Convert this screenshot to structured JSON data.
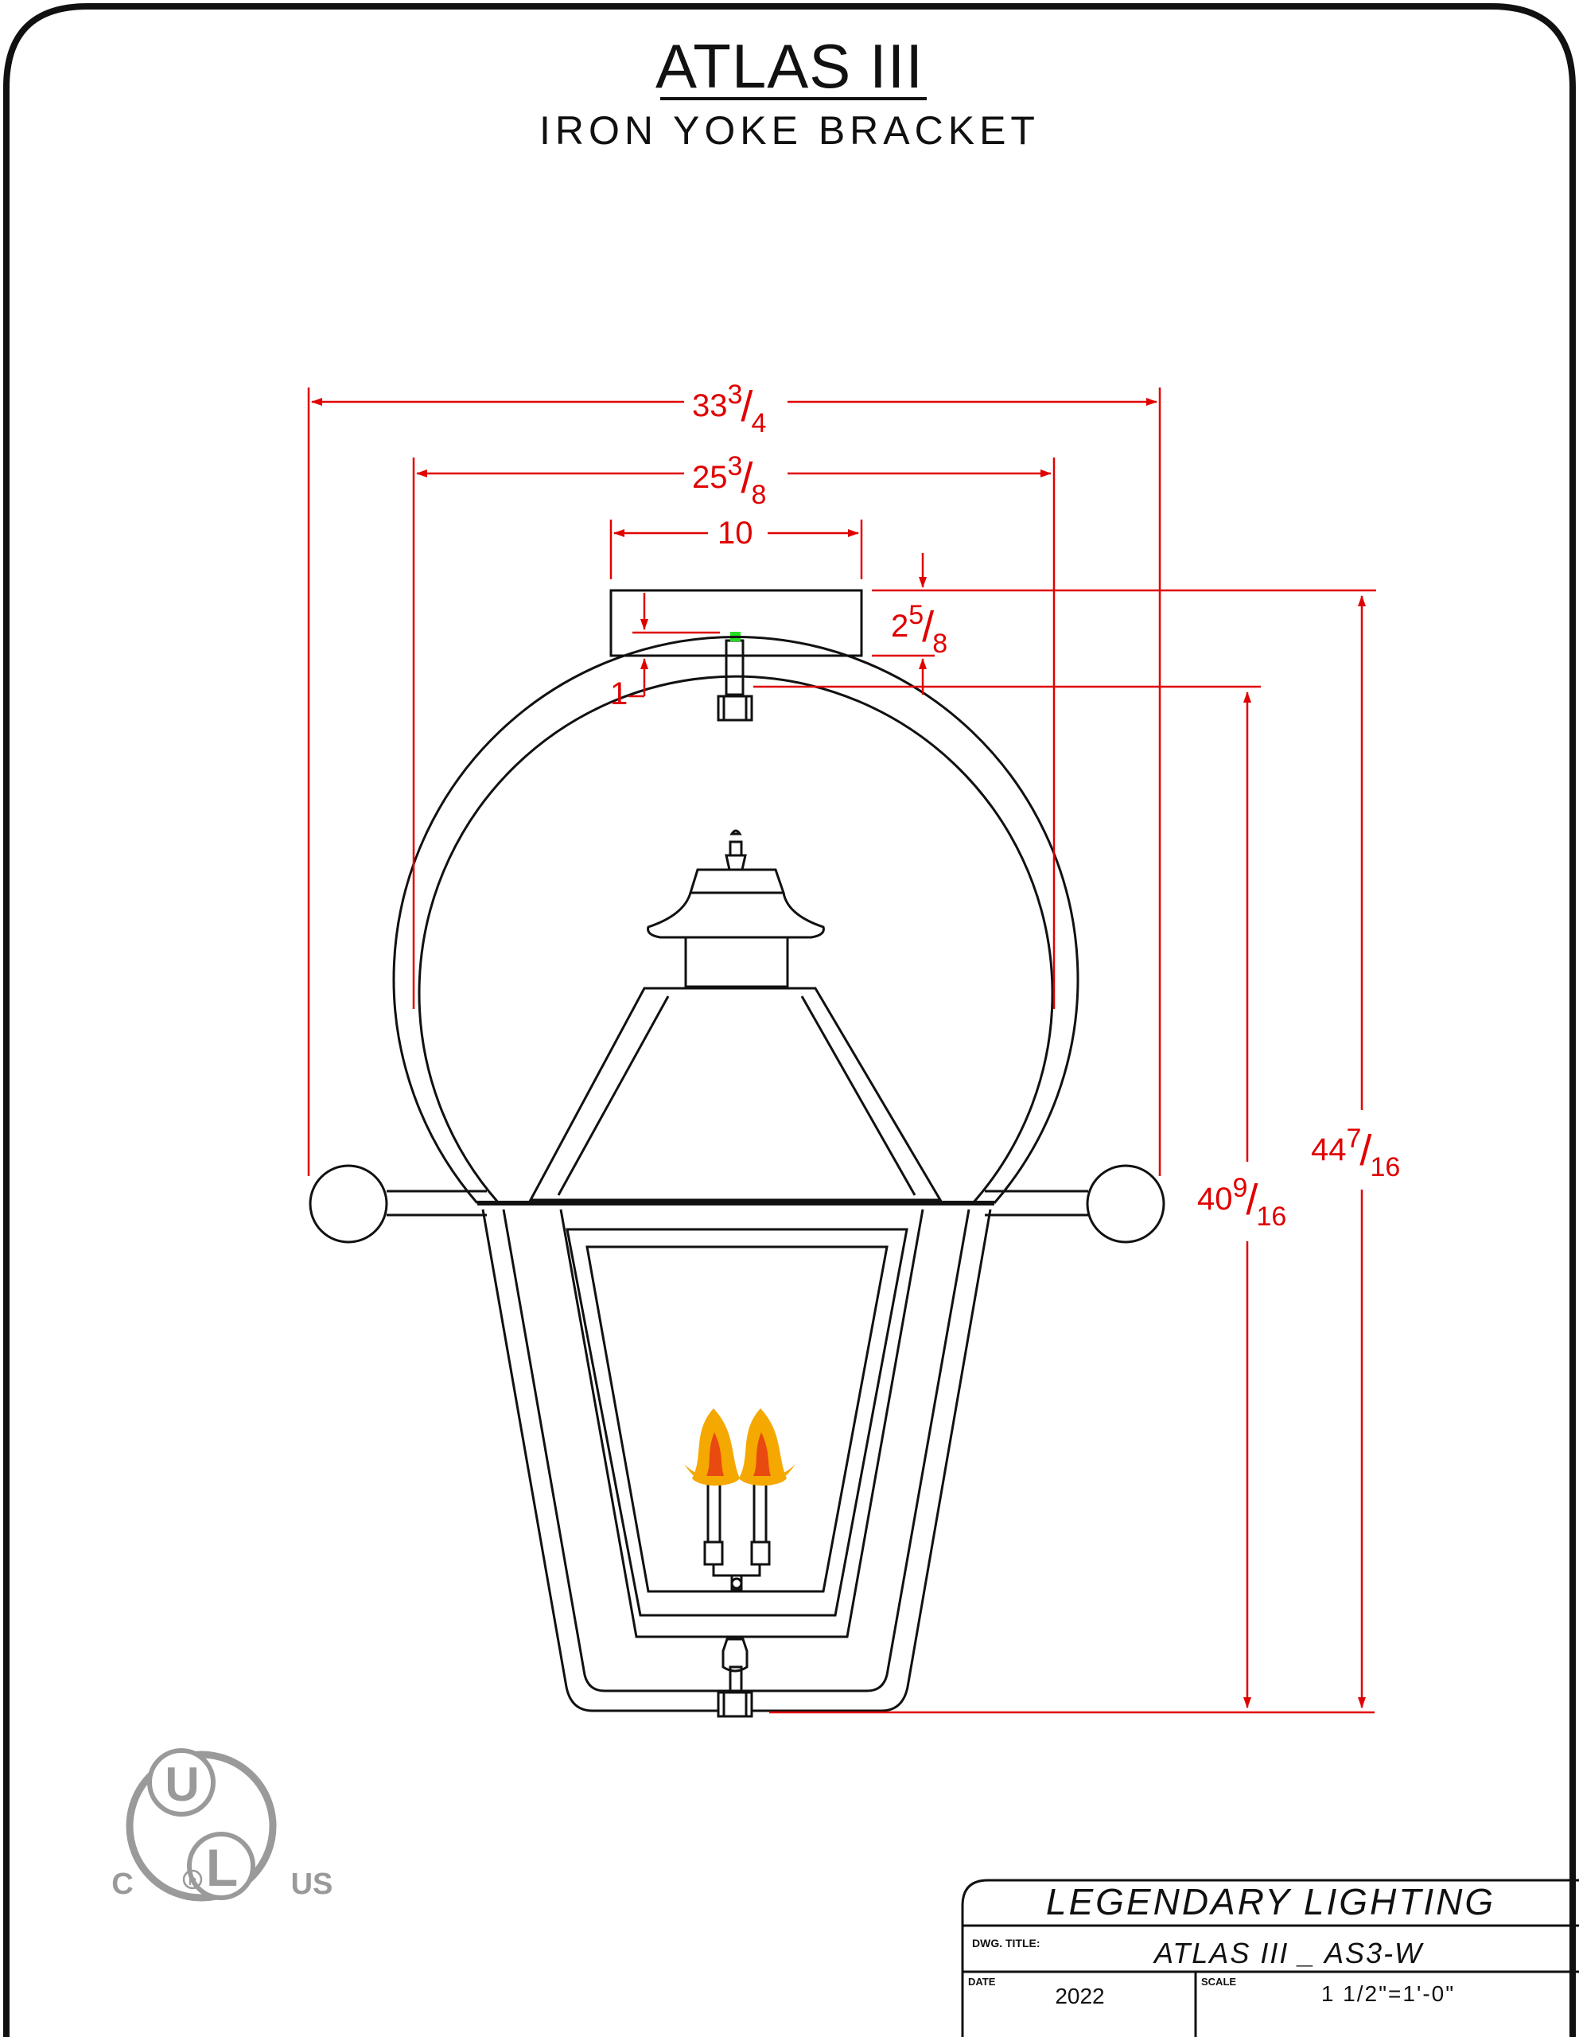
{
  "title": "ATLAS III",
  "subtitle": "IRON YOKE BRACKET",
  "dimensions": {
    "overall_width": {
      "whole": "33",
      "num": "3",
      "den": "4"
    },
    "bracket_width": {
      "whole": "25",
      "num": "3",
      "den": "8"
    },
    "canopy_width": {
      "whole": "10"
    },
    "canopy_height": {
      "whole": "2",
      "num": "5",
      "den": "8"
    },
    "stem_length": {
      "whole": "1"
    },
    "fixture_height": {
      "whole": "40",
      "num": "9",
      "den": "16"
    },
    "overall_height": {
      "whole": "44",
      "num": "7",
      "den": "16"
    }
  },
  "certification_logo": {
    "left": "C",
    "center": "UL",
    "mark": "R",
    "right": "US"
  },
  "title_block": {
    "company": "LEGENDARY LIGHTING",
    "dwg_title_label": "DWG. TITLE:",
    "dwg_title": "ATLAS III _ AS3-W",
    "date_label": "DATE",
    "date": "2022",
    "scale_label": "SCALE",
    "scale": "1 1/2\"=1'-0\""
  },
  "colors": {
    "dimension": "#e00000",
    "line": "#111111",
    "logo": "#9a9a9a",
    "flame_outer": "#f5a800",
    "flame_inner": "#e84a10",
    "marker": "#22dd22"
  }
}
